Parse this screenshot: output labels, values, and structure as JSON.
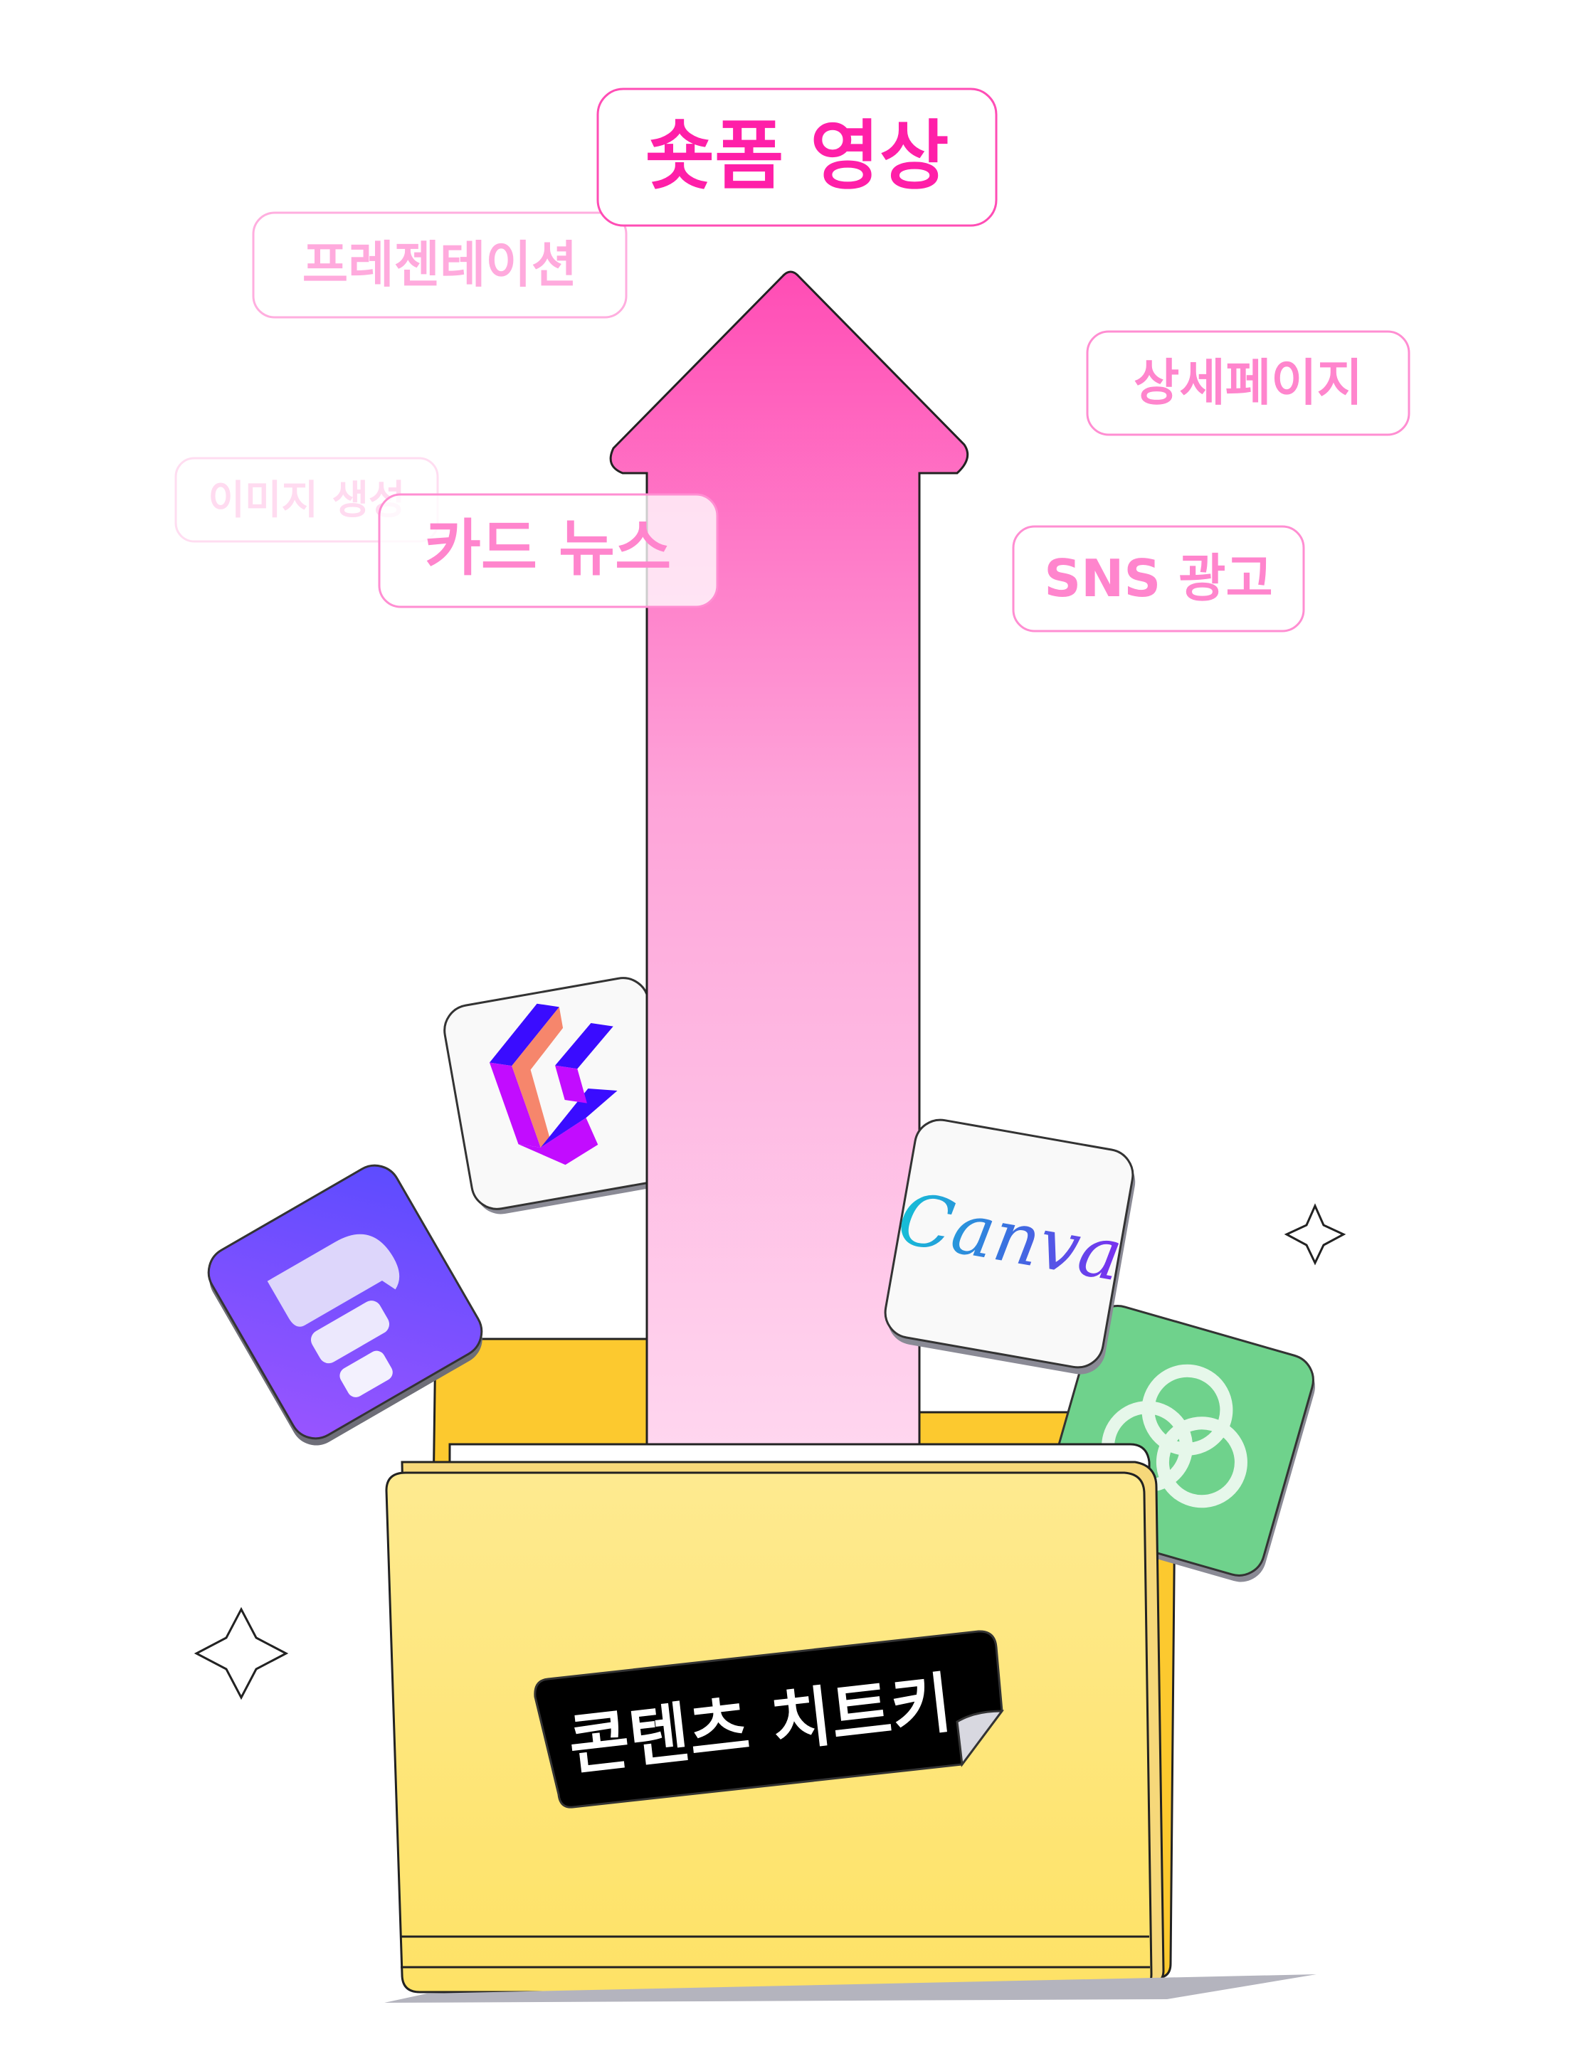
{
  "tags": {
    "shortform": "숏폼 영상",
    "presentation": "프레젠테이션",
    "detail_page": "상세페이지",
    "image_gen": "이미지 생성",
    "card_news": "카드 뉴스",
    "sns_ad": "SNS 광고"
  },
  "folder": {
    "label": "콘텐츠 치트키"
  },
  "apps": {
    "canva": "Canva",
    "icons": [
      "purple-app-icon",
      "cube-logo-icon",
      "canva-icon",
      "openai-icon"
    ]
  },
  "colors": {
    "pink_strong": "#ff1fa8",
    "pink_mid": "#ff7ccb",
    "pink_light": "#ffadde",
    "folder_front": "#fee98f",
    "folder_back": "#fcc92f",
    "label_bg": "#000000",
    "gpt_green": "#6fd28c",
    "purple": "#6a4cff"
  }
}
